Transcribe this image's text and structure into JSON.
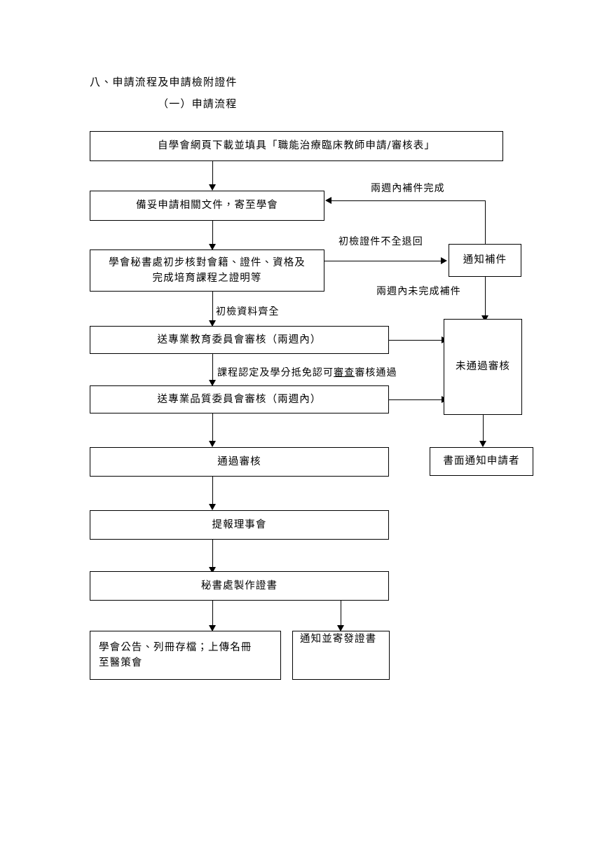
{
  "document": {
    "heading_main": "八、申請流程及申請檢附證件",
    "heading_sub": "（一）申請流程"
  },
  "flow": {
    "nodes": [
      {
        "id": "download-form",
        "label": "自學會網頁下載並填具「職能治療臨床教師申請/審核表」"
      },
      {
        "id": "prepare-documents",
        "label": "備妥申請相關文件，寄至學會"
      },
      {
        "id": "secretariat-check",
        "label_line1": "學會秘書處初步核對會籍、證件、資格及",
        "label_line2": "完成培育課程之證明等"
      },
      {
        "id": "notify-supplement",
        "label": "通知補件"
      },
      {
        "id": "education-committee",
        "label": "送專業教育委員會審核（兩週內）"
      },
      {
        "id": "quality-committee",
        "label": "送專業品質委員會審核（兩週內）"
      },
      {
        "id": "review-failed",
        "label": "未通過審核"
      },
      {
        "id": "review-passed",
        "label": "通過審核"
      },
      {
        "id": "notify-applicant",
        "label": "書面通知申請者"
      },
      {
        "id": "report-board",
        "label": "提報理事會"
      },
      {
        "id": "secretariat-issue",
        "label": "秘書處製作證書"
      },
      {
        "id": "announce-archive",
        "label_line1": "學會公告、列冊存檔；上傳名冊",
        "label_line2": "至醫策會"
      },
      {
        "id": "notify-send-cert",
        "label": "通知並寄發證書"
      }
    ],
    "edge_labels": [
      {
        "id": "supplement-completed",
        "text": "兩週內補件完成"
      },
      {
        "id": "incomplete-returned",
        "text": "初檢證件不全退回"
      },
      {
        "id": "supplement-not-done",
        "text": "兩週內未完成補件"
      },
      {
        "id": "initial-check-complete",
        "text": "初檢資料齊全"
      },
      {
        "id": "course-credit-review",
        "text_before": "課程認定及學分抵免認可",
        "text_underlined": "審查",
        "text_after": "審核通過"
      }
    ]
  },
  "colors": {
    "ink": "#000000",
    "paper": "#ffffff"
  }
}
